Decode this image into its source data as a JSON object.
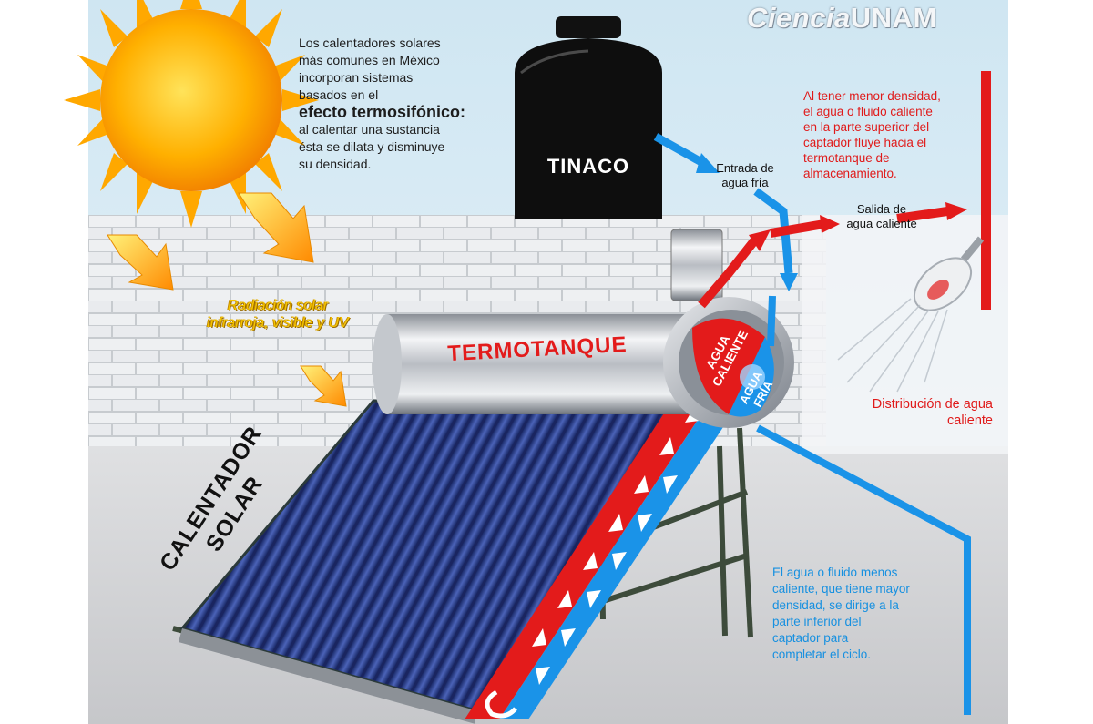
{
  "brand": {
    "part1": "Ciencia",
    "part2": "UNAM"
  },
  "intro": {
    "line1": "Los calentadores solares",
    "line2": "más comunes en México",
    "line3": "incorporan sistemas",
    "line4": "basados en el",
    "emphasis": "efecto termosifónico:",
    "line6": "al calentar una sustancia",
    "line7": "ésta se dilata y disminuye",
    "line8": "su densidad."
  },
  "labels": {
    "tinaco": "TINACO",
    "termotanque": "TERMOTANQUE",
    "calentador_line1": "CALENTADOR",
    "calentador_line2": "SOLAR",
    "agua_caliente_line1": "AGUA",
    "agua_caliente_line2": "CALIENTE",
    "agua_fria_line1": "AGUA",
    "agua_fria_line2": "FRÍA"
  },
  "annotations": {
    "entrada_line1": "Entrada de",
    "entrada_line2": "agua fría",
    "salida_line1": "Salida de",
    "salida_line2": "agua caliente",
    "radiacion_line1": "Radiación solar",
    "radiacion_line2": "infrarroja, visible y UV",
    "hot_flow": [
      "Al tener menor densidad,",
      "el agua o fluido caliente",
      "en la parte superior del",
      "captador fluye hacia el",
      "termotanque de",
      "almacenamiento."
    ],
    "distribucion_line1": "Distribución de agua",
    "distribucion_line2": "caliente",
    "cold_flow": [
      "El agua o fluido menos",
      "caliente, que tiene mayor",
      "densidad, se dirige a la",
      "parte inferior del",
      "captador para",
      "completar el ciclo."
    ]
  },
  "colors": {
    "hot": "#e31b1b",
    "cold": "#1a93e8",
    "sun": "#ffb000",
    "tinaco": "#111111",
    "wall": "#c9cdd1",
    "panel_tube": "#2a3f8e"
  }
}
